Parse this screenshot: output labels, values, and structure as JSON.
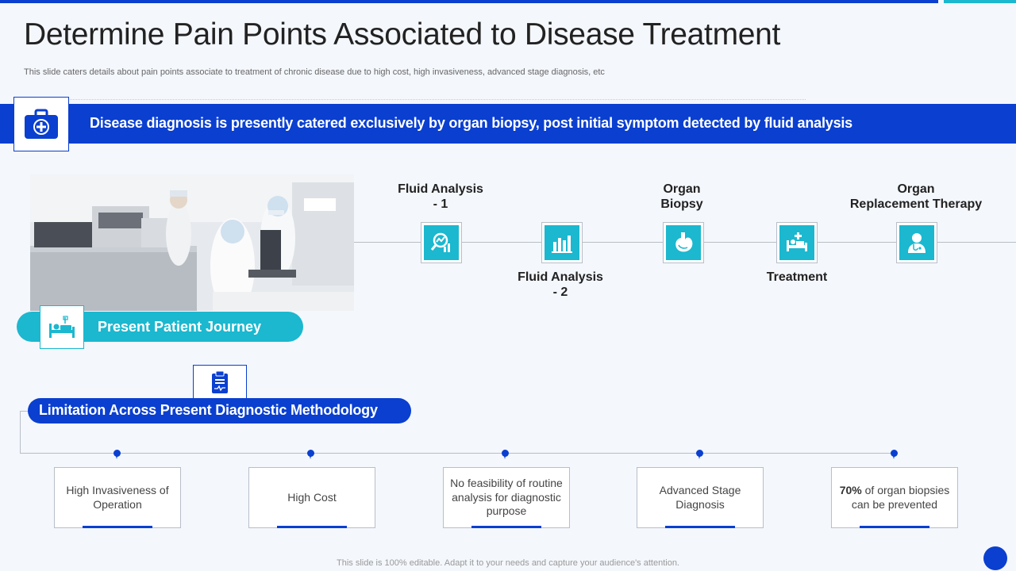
{
  "header": {
    "title": "Determine Pain Points Associated to Disease Treatment",
    "subtitle": "This slide caters details about pain points associate to treatment of chronic disease due to high cost, high invasiveness, advanced stage diagnosis, etc"
  },
  "banner": {
    "text": "Disease diagnosis is presently catered exclusively by organ biopsy, post initial symptom detected by fluid analysis",
    "icon": "medical-kit-icon"
  },
  "journey": {
    "label": "Present Patient Journey",
    "icon": "patient-bed-icon",
    "steps": [
      {
        "label": "Fluid Analysis\n- 1",
        "icon": "magnifier-chart-icon"
      },
      {
        "label": "Fluid Analysis\n- 2",
        "icon": "bar-chart-icon"
      },
      {
        "label": "Organ\nBiopsy",
        "icon": "stomach-icon"
      },
      {
        "label": "Treatment",
        "icon": "hospital-bed-icon"
      },
      {
        "label": "Organ\nReplacement Therapy",
        "icon": "doctor-icon"
      }
    ]
  },
  "limitations": {
    "label": "Limitation Across Present Diagnostic Methodology",
    "icon": "clipboard-icon",
    "items": [
      {
        "text": "High Invasiveness of Operation"
      },
      {
        "text": "High Cost"
      },
      {
        "text": "No feasibility of routine analysis for diagnostic purpose"
      },
      {
        "text": "Advanced Stage Diagnosis"
      },
      {
        "bold": "70%",
        "text": " of organ biopsies can be prevented"
      }
    ]
  },
  "footer": {
    "text": "This slide is 100% editable. Adapt it to your needs and capture your audience's attention."
  },
  "colors": {
    "primary": "#0a3fd0",
    "accent": "#1bb8cf",
    "background": "#f4f7fc"
  }
}
